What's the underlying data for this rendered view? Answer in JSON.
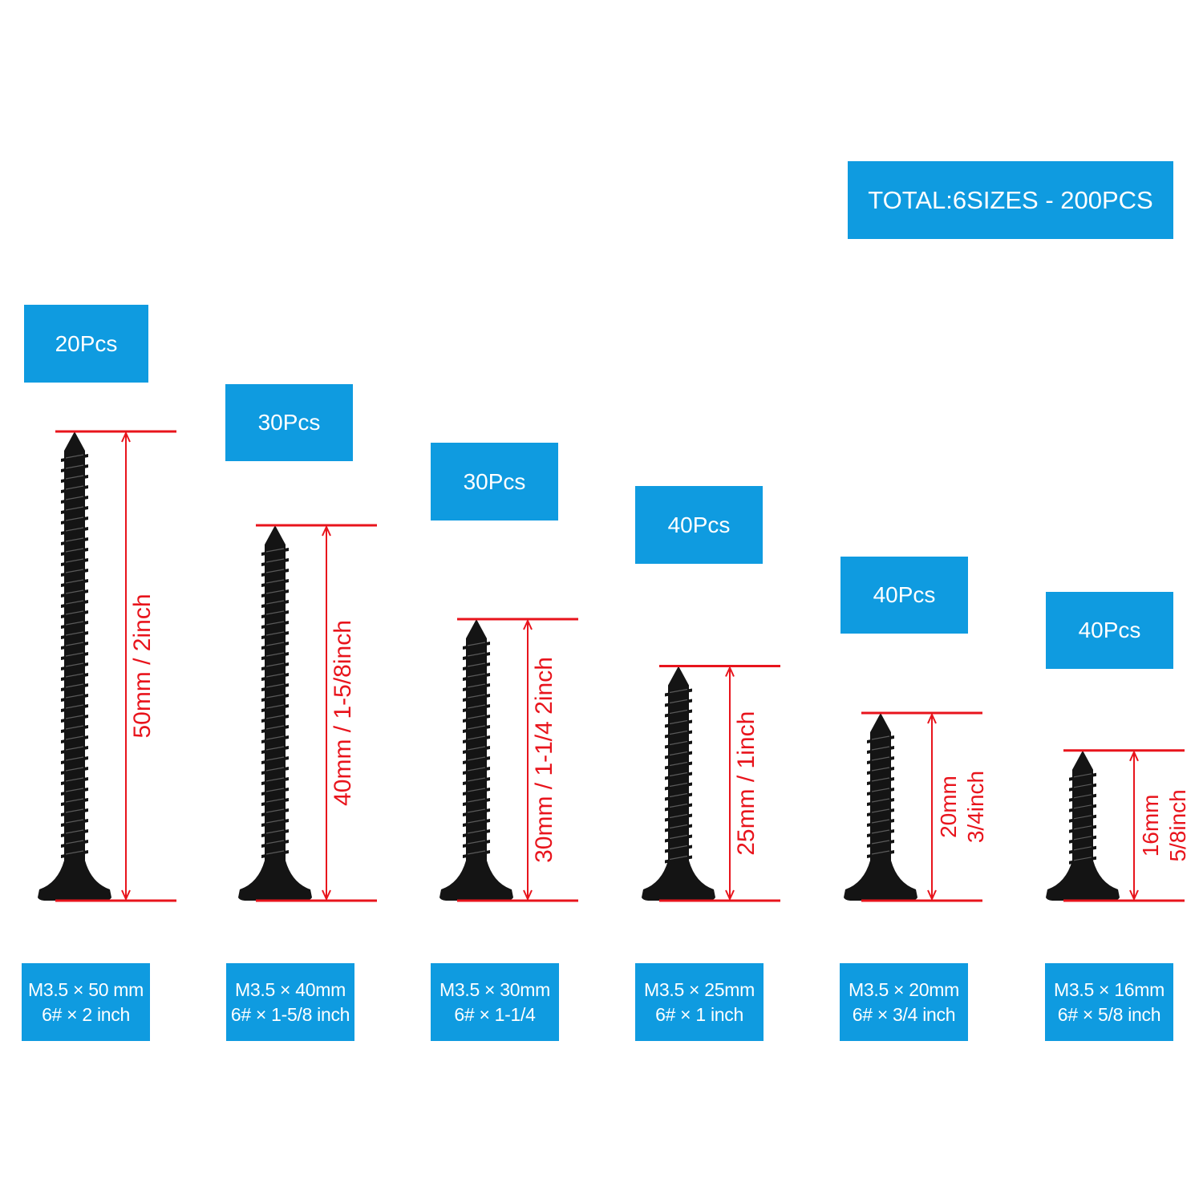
{
  "total_label": "TOTAL:6SIZES - 200PCS",
  "screws": [
    {
      "count": "20Pcs",
      "length_mm": 50,
      "dimension_label": [
        "50mm / 2inch"
      ],
      "spec_line1": "M3.5 × 50 mm",
      "spec_line2": "6# × 2 inch"
    },
    {
      "count": "30Pcs",
      "length_mm": 40,
      "dimension_label": [
        "40mm / 1-5/8inch"
      ],
      "spec_line1": "M3.5 × 40mm",
      "spec_line2": "6# × 1-5/8 inch"
    },
    {
      "count": "30Pcs",
      "length_mm": 30,
      "dimension_label": [
        "30mm / 1-1/4 2inch"
      ],
      "spec_line1": "M3.5 × 30mm",
      "spec_line2": "6# × 1-1/4"
    },
    {
      "count": "40Pcs",
      "length_mm": 25,
      "dimension_label": [
        "25mm / 1inch"
      ],
      "spec_line1": "M3.5 × 25mm",
      "spec_line2": "6# × 1 inch"
    },
    {
      "count": "40Pcs",
      "length_mm": 20,
      "dimension_label": [
        "20mm",
        "3/4inch"
      ],
      "spec_line1": "M3.5 × 20mm",
      "spec_line2": "6# × 3/4 inch"
    },
    {
      "count": "40Pcs",
      "length_mm": 16,
      "dimension_label": [
        "16mm",
        "5/8inch"
      ],
      "spec_line1": "M3.5 × 16mm",
      "spec_line2": "6# × 5/8 inch"
    }
  ],
  "colors": {
    "accent_blue": "#0f9be0",
    "dimension_red": "#e8141c",
    "screw_black": "#141414"
  }
}
